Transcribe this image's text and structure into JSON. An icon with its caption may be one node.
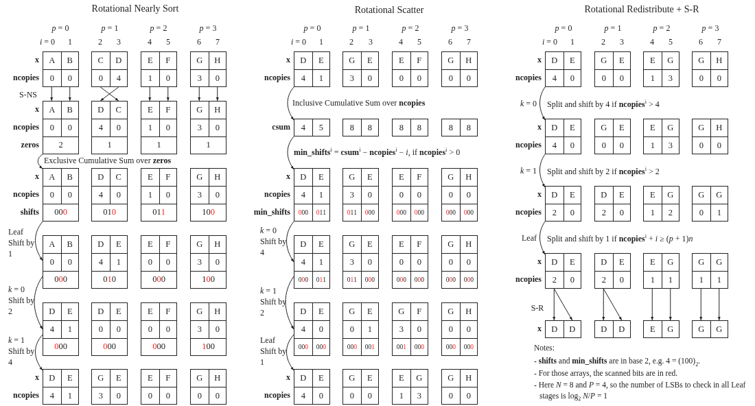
{
  "diagram": {
    "nodes": [
      {
        "text": [
          "A",
          "B",
          "0",
          "0"
        ]
      },
      {
        "text": [
          "C",
          "D",
          "0",
          "4"
        ]
      },
      {
        "text": [
          "E",
          "F",
          "1",
          "0"
        ]
      },
      {
        "text": [
          "G",
          "H",
          "3",
          "0"
        ]
      },
      {
        "text": [
          "A",
          "B",
          "0",
          "0",
          "2"
        ]
      },
      {
        "text": [
          "D",
          "C",
          "4",
          "0",
          "1"
        ]
      },
      {
        "text": [
          "E",
          "F",
          "1",
          "0",
          "1"
        ]
      },
      {
        "text": [
          "G",
          "H",
          "3",
          "0",
          "1"
        ]
      },
      {
        "text": [
          "A",
          "B",
          "0",
          "0",
          "000"
        ]
      },
      {
        "text": [
          "D",
          "C",
          "4",
          "0",
          "010"
        ]
      },
      {
        "text": [
          "E",
          "F",
          "1",
          "0",
          "011"
        ]
      },
      {
        "text": [
          "G",
          "H",
          "3",
          "0",
          "100"
        ]
      },
      {
        "text": [
          "A",
          "B",
          "0",
          "0",
          "000"
        ]
      },
      {
        "text": [
          "D",
          "E",
          "4",
          "1",
          "010"
        ]
      },
      {
        "text": [
          "E",
          "F",
          "0",
          "0",
          "000"
        ]
      },
      {
        "text": [
          "G",
          "H",
          "3",
          "0",
          "100"
        ]
      },
      {
        "text": [
          "D",
          "E",
          "4",
          "1",
          "000"
        ]
      },
      {
        "text": [
          "D",
          "E",
          "0",
          "0",
          "000"
        ]
      },
      {
        "text": [
          "E",
          "F",
          "0",
          "0",
          "000"
        ]
      },
      {
        "text": [
          "G",
          "H",
          "3",
          "0",
          "100"
        ]
      },
      {
        "text": [
          "D",
          "E",
          "4",
          "1"
        ]
      },
      {
        "text": [
          "G",
          "E",
          "3",
          "0"
        ]
      },
      {
        "text": [
          "E",
          "F",
          "0",
          "0"
        ]
      },
      {
        "text": [
          "G",
          "H",
          "0",
          "0"
        ]
      },
      {
        "text": [
          "D",
          "E",
          "4",
          "1"
        ]
      },
      {
        "text": [
          "G",
          "E",
          "3",
          "0"
        ]
      },
      {
        "text": [
          "E",
          "F",
          "0",
          "0"
        ]
      },
      {
        "text": [
          "G",
          "H",
          "0",
          "0"
        ]
      },
      {
        "text": [
          "4",
          "5"
        ]
      },
      {
        "text": [
          "8",
          "8"
        ]
      },
      {
        "text": [
          "8",
          "8"
        ]
      },
      {
        "text": [
          "8",
          "8"
        ]
      },
      {
        "text": [
          "D",
          "E",
          "4",
          "1",
          "000",
          "011"
        ]
      },
      {
        "text": [
          "G",
          "E",
          "3",
          "0",
          "011",
          "000"
        ]
      },
      {
        "text": [
          "E",
          "F",
          "0",
          "0",
          "000",
          "000"
        ]
      },
      {
        "text": [
          "G",
          "H",
          "0",
          "0",
          "000",
          "000"
        ]
      },
      {
        "text": [
          "D",
          "E",
          "4",
          "1",
          "000",
          "011"
        ]
      },
      {
        "text": [
          "G",
          "E",
          "3",
          "0",
          "011",
          "000"
        ]
      },
      {
        "text": [
          "E",
          "F",
          "0",
          "0",
          "000",
          "000"
        ]
      },
      {
        "text": [
          "G",
          "H",
          "0",
          "0",
          "000",
          "000"
        ]
      },
      {
        "text": [
          "D",
          "E",
          "4",
          "0",
          "000",
          "000"
        ]
      },
      {
        "text": [
          "G",
          "E",
          "0",
          "1",
          "000",
          "001"
        ]
      },
      {
        "text": [
          "G",
          "F",
          "3",
          "0",
          "001",
          "000"
        ]
      },
      {
        "text": [
          "G",
          "H",
          "0",
          "0",
          "000",
          "000"
        ]
      },
      {
        "text": [
          "D",
          "E",
          "4",
          "0"
        ]
      },
      {
        "text": [
          "G",
          "E",
          "0",
          "0"
        ]
      },
      {
        "text": [
          "E",
          "G",
          "1",
          "3"
        ]
      },
      {
        "text": [
          "G",
          "H",
          "0",
          "0"
        ]
      },
      {
        "text": [
          "D",
          "E",
          "4",
          "0"
        ]
      },
      {
        "text": [
          "G",
          "E",
          "0",
          "0"
        ]
      },
      {
        "text": [
          "E",
          "G",
          "1",
          "3"
        ]
      },
      {
        "text": [
          "G",
          "H",
          "0",
          "0"
        ]
      },
      {
        "text": [
          "D",
          "E",
          "4",
          "0"
        ]
      },
      {
        "text": [
          "G",
          "E",
          "0",
          "0"
        ]
      },
      {
        "text": [
          "E",
          "G",
          "1",
          "3"
        ]
      },
      {
        "text": [
          "G",
          "H",
          "0",
          "0"
        ]
      },
      {
        "text": [
          "D",
          "E",
          "2",
          "0"
        ]
      },
      {
        "text": [
          "D",
          "E",
          "2",
          "0"
        ]
      },
      {
        "text": [
          "E",
          "G",
          "1",
          "2"
        ]
      },
      {
        "text": [
          "G",
          "G",
          "0",
          "1"
        ]
      },
      {
        "text": [
          "D",
          "E",
          "2",
          "0"
        ]
      },
      {
        "text": [
          "D",
          "E",
          "2",
          "0"
        ]
      },
      {
        "text": [
          "E",
          "G",
          "1",
          "1"
        ]
      },
      {
        "text": [
          "G",
          "G",
          "1",
          "1"
        ]
      },
      {
        "text": [
          "D",
          "D"
        ]
      },
      {
        "text": [
          "D",
          "D"
        ]
      },
      {
        "text": [
          "E",
          "G"
        ]
      },
      {
        "text": [
          "G",
          "G"
        ]
      }
    ],
    "edges": [
      {
        "from": 0,
        "to": 4,
        "arrow": "to"
      },
      {
        "from": 0,
        "to": 4,
        "arrow": "to"
      },
      {
        "from": 1,
        "to": 5,
        "arrow": "to"
      },
      {
        "from": 1,
        "to": 5,
        "arrow": "to"
      },
      {
        "from": 2,
        "to": 6,
        "arrow": "to"
      },
      {
        "from": 2,
        "to": 6,
        "arrow": "to"
      },
      {
        "from": 3,
        "to": 7,
        "arrow": "to"
      },
      {
        "from": 3,
        "to": 7,
        "arrow": "to"
      },
      {
        "from": 4,
        "to": 8,
        "arrow": "to",
        "label": "Exclusive Cumulative Sum over **zeros**"
      },
      {
        "from": 8,
        "to": 12,
        "arrow": "to",
        "label": "Leaf Shift by 1"
      },
      {
        "from": 12,
        "to": 16,
        "arrow": "to",
        "label": "*k* = 0 Shift by 2"
      },
      {
        "from": 16,
        "to": 20,
        "arrow": "to",
        "label": "*k* = 1 Shift by 4"
      },
      {
        "from": 24,
        "to": 28,
        "arrow": "to",
        "label": "Inclusive Cumulative Sum over **ncopies**"
      },
      {
        "from": 28,
        "to": 32,
        "arrow": "to",
        "label": "**min_shifts**$^{i}$ = **csum**$^{i}$ − **ncopies**$^{i}$ − *i*, if **ncopies**$^{i}$ > 0"
      },
      {
        "from": 32,
        "to": 36,
        "arrow": "to",
        "label": "*k* = 0 Shift by 4"
      },
      {
        "from": 36,
        "to": 40,
        "arrow": "to",
        "label": "*k* = 1 Shift by 2"
      },
      {
        "from": 40,
        "to": 44,
        "arrow": "to",
        "label": "Leaf Shift by 1"
      },
      {
        "from": 48,
        "to": 52,
        "arrow": "to",
        "label": "Split and shift by 4 if **ncopies**$^{i}$ > 4"
      },
      {
        "from": 52,
        "to": 56,
        "arrow": "to",
        "label": "Split and shift by 2 if **ncopies**$^{i}$ > 2"
      },
      {
        "from": 56,
        "to": 60,
        "arrow": "to",
        "label": "Split and shift by 1 if **ncopies**$^{i}$ + *i* ≥ (*p* + 1)*n*"
      },
      {
        "from": 60,
        "to": 64,
        "arrow": "to"
      },
      {
        "from": 60,
        "to": 64,
        "arrow": "to"
      },
      {
        "from": 61,
        "to": 65,
        "arrow": "to"
      },
      {
        "from": 61,
        "to": 65,
        "arrow": "to"
      },
      {
        "from": 62,
        "to": 66,
        "arrow": "to"
      },
      {
        "from": 62,
        "to": 66,
        "arrow": "to"
      },
      {
        "from": 63,
        "to": 67,
        "arrow": "to"
      },
      {
        "from": 63,
        "to": 67,
        "arrow": "to"
      }
    ],
    "labels": [
      "Rotational Nearly Sort",
      "*p* = 0",
      "*p* = 1",
      "*p* = 2",
      "*p* = 3",
      "*i* = 0",
      "1",
      "2",
      "3",
      "4",
      "5",
      "6",
      "7",
      "x",
      "ncopies",
      "S-NS",
      "x",
      "ncopies",
      "zeros",
      "x",
      "ncopies",
      "shifts",
      "x",
      "ncopies",
      "Rotational Scatter",
      "*p* = 0",
      "*p* = 1",
      "*p* = 2",
      "*p* = 3",
      "*i* = 0",
      "1",
      "2",
      "3",
      "4",
      "5",
      "6",
      "7",
      "x",
      "ncopies",
      "csum",
      "x",
      "ncopies",
      "min_shifts",
      "x",
      "ncopies",
      "Rotational Redistribute + S-R",
      "*p* = 0",
      "*p* = 1",
      "*p* = 2",
      "*p* = 3",
      "*i* = 0",
      "1",
      "2",
      "3",
      "4",
      "5",
      "6",
      "7",
      "x",
      "ncopies",
      "*k* = 0",
      "x",
      "ncopies",
      "*k* = 1",
      "x",
      "ncopies",
      "Leaf",
      "x",
      "ncopies",
      "S-R",
      "x",
      "Notes:",
      "- **shifts** and **min_shifts** are in base 2, e.g. 4 = (100)$_{2}$.",
      "- For those arrays, the scanned bits are in red.",
      "- Here *N* = 8 and *P* = 4, so the number of LSBs to check in all Leaf stages is log$_{2}$ *N*/*P* = 1"
    ]
  }
}
